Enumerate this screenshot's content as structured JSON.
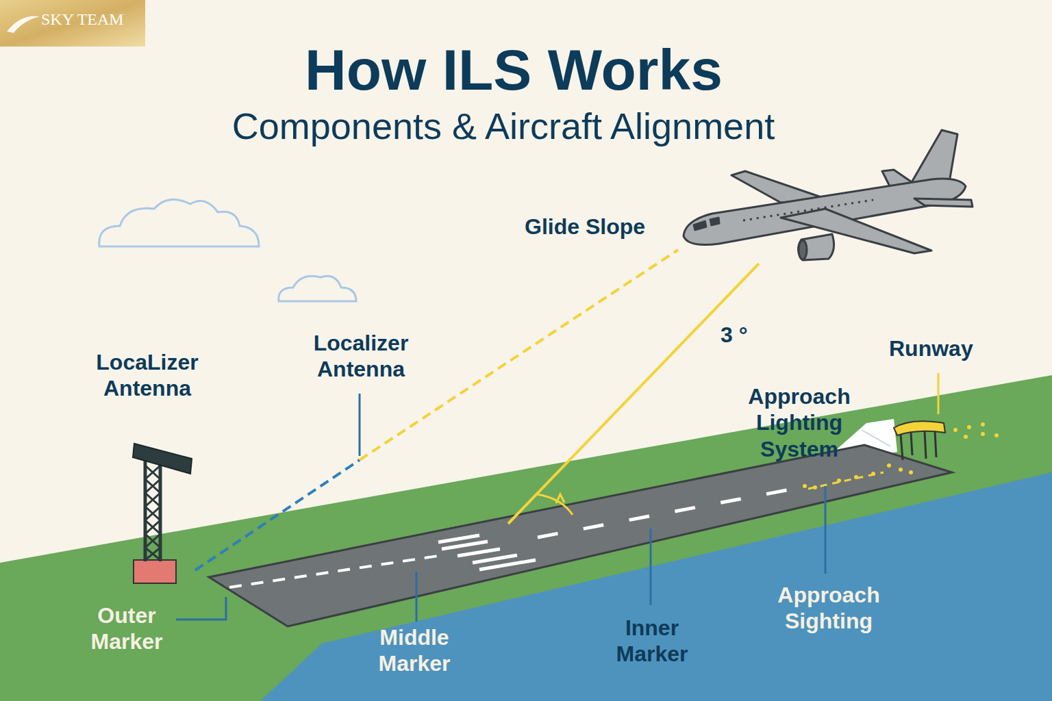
{
  "diagram": {
    "title": "How ILS Works",
    "labels": [
      "SKY TEAM",
      "Components & Aircraft Alignment",
      "Glide Slope",
      "LocaLizer Antenna",
      "Localizer Antenna",
      "3 °",
      "Runway",
      "Approach Lighting System",
      "Outer Marker",
      "Middle Marker",
      "Inner Marker",
      "Approach Sighting"
    ]
  }
}
